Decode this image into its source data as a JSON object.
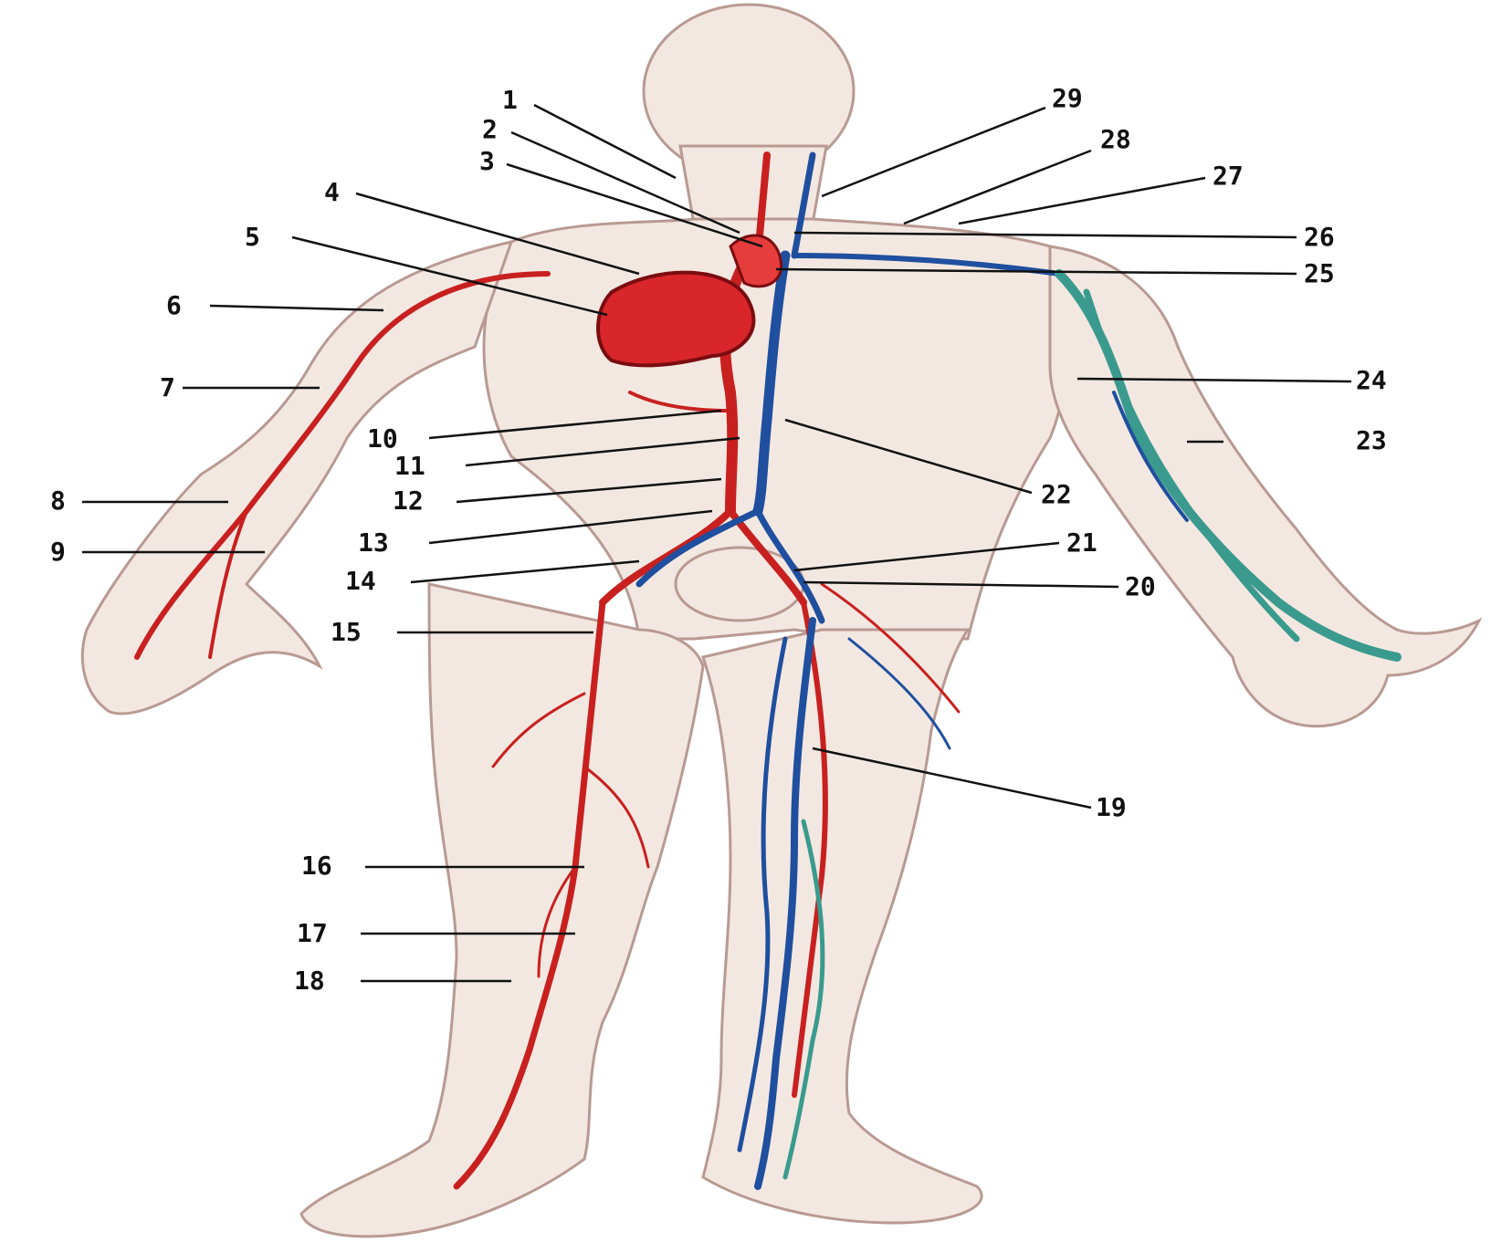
{
  "diagram": {
    "labels": [
      {
        "id": "1",
        "text": "1"
      },
      {
        "id": "2",
        "text": "2"
      },
      {
        "id": "3",
        "text": "3"
      },
      {
        "id": "4",
        "text": "4"
      },
      {
        "id": "5",
        "text": "5"
      },
      {
        "id": "6",
        "text": "6"
      },
      {
        "id": "7",
        "text": "7"
      },
      {
        "id": "8",
        "text": "8"
      },
      {
        "id": "9",
        "text": "9"
      },
      {
        "id": "10",
        "text": "10"
      },
      {
        "id": "11",
        "text": "11"
      },
      {
        "id": "12",
        "text": "12"
      },
      {
        "id": "13",
        "text": "13"
      },
      {
        "id": "14",
        "text": "14"
      },
      {
        "id": "15",
        "text": "15"
      },
      {
        "id": "16",
        "text": "16"
      },
      {
        "id": "17",
        "text": "17"
      },
      {
        "id": "18",
        "text": "18"
      },
      {
        "id": "19",
        "text": "19"
      },
      {
        "id": "20",
        "text": "20"
      },
      {
        "id": "21",
        "text": "21"
      },
      {
        "id": "22",
        "text": "22"
      },
      {
        "id": "23",
        "text": "23"
      },
      {
        "id": "24",
        "text": "24"
      },
      {
        "id": "25",
        "text": "25"
      },
      {
        "id": "26",
        "text": "26"
      },
      {
        "id": "27",
        "text": "27"
      },
      {
        "id": "28",
        "text": "28"
      },
      {
        "id": "29",
        "text": "29"
      }
    ],
    "colors": {
      "skin": "#f3e8e1",
      "outline": "#b89a93",
      "artery": "#c8201f",
      "vein_blue": "#1f4f9e",
      "vein_teal": "#3a9a8e",
      "heart": "#d8262a",
      "leader": "#111111"
    }
  }
}
